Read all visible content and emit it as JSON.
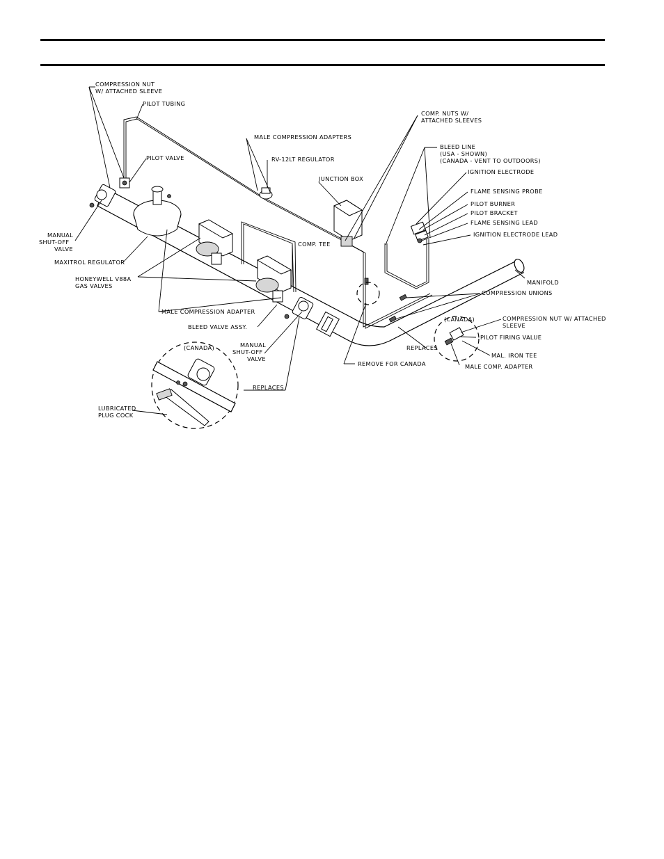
{
  "labels": {
    "compression_nut_sleeve": [
      "COMPRESSION NUT",
      "W/ ATTACHED SLEEVE"
    ],
    "pilot_tubing": "PILOT TUBING",
    "pilot_valve": "PILOT VALVE",
    "manual_shutoff_left": [
      "MANUAL",
      "SHUT-OFF",
      "VALVE"
    ],
    "maxitrol_regulator": "MAXITROL REGULATOR",
    "honeywell_valves": [
      "HONEYWELL V88A",
      "GAS VALVES"
    ],
    "male_compression_adapters": "MALE COMPRESSION ADAPTERS",
    "rv12lt_regulator": "RV-12LT REGULATOR",
    "comp_tee": "COMP. TEE",
    "male_compression_adapter": "MALE COMPRESSION ADAPTER",
    "bleed_valve_assy": "BLEED VALVE ASSY.",
    "manual_shutoff_right": [
      "MANUAL",
      "SHUT-OFF",
      "VALVE"
    ],
    "replaces_left": "REPLACES",
    "canada_left": "(CANADA)",
    "lubricated_plug_cock": [
      "LUBRICATED",
      "PLUG COCK"
    ],
    "junction_box": "JUNCTION BOX",
    "comp_nuts_sleeves": [
      "COMP. NUTS W/",
      "ATTACHED SLEEVES"
    ],
    "bleed_line": [
      "BLEED LINE",
      "(USA - SHOWN)",
      "(CANADA - VENT TO OUTDOORS)"
    ],
    "ignition_electrode": "IGNITION ELECTRODE",
    "flame_sensing_probe": "FLAME SENSING PROBE",
    "pilot_burner": "PILOT BURNER",
    "pilot_bracket": "PILOT BRACKET",
    "flame_sensing_lead": "FLAME SENSING LEAD",
    "ignition_electrode_lead": "IGNITION ELECTRODE LEAD",
    "manifold": "MANIFOLD",
    "compression_unions": "COMPRESSION UNIONS",
    "canada_right": "(CANADA)",
    "compression_nut_sleeve_right": [
      "COMPRESSION NUT W/ ATTACHED",
      "SLEEVE"
    ],
    "pilot_firing_valve": "PILOT FIRING VALUE",
    "replaces_right": "REPLACES",
    "mal_iron_tee": "MAL. IRON TEE",
    "male_comp_adapter": "MALE COMP. ADAPTER",
    "remove_for_canada": "REMOVE FOR CANADA"
  }
}
